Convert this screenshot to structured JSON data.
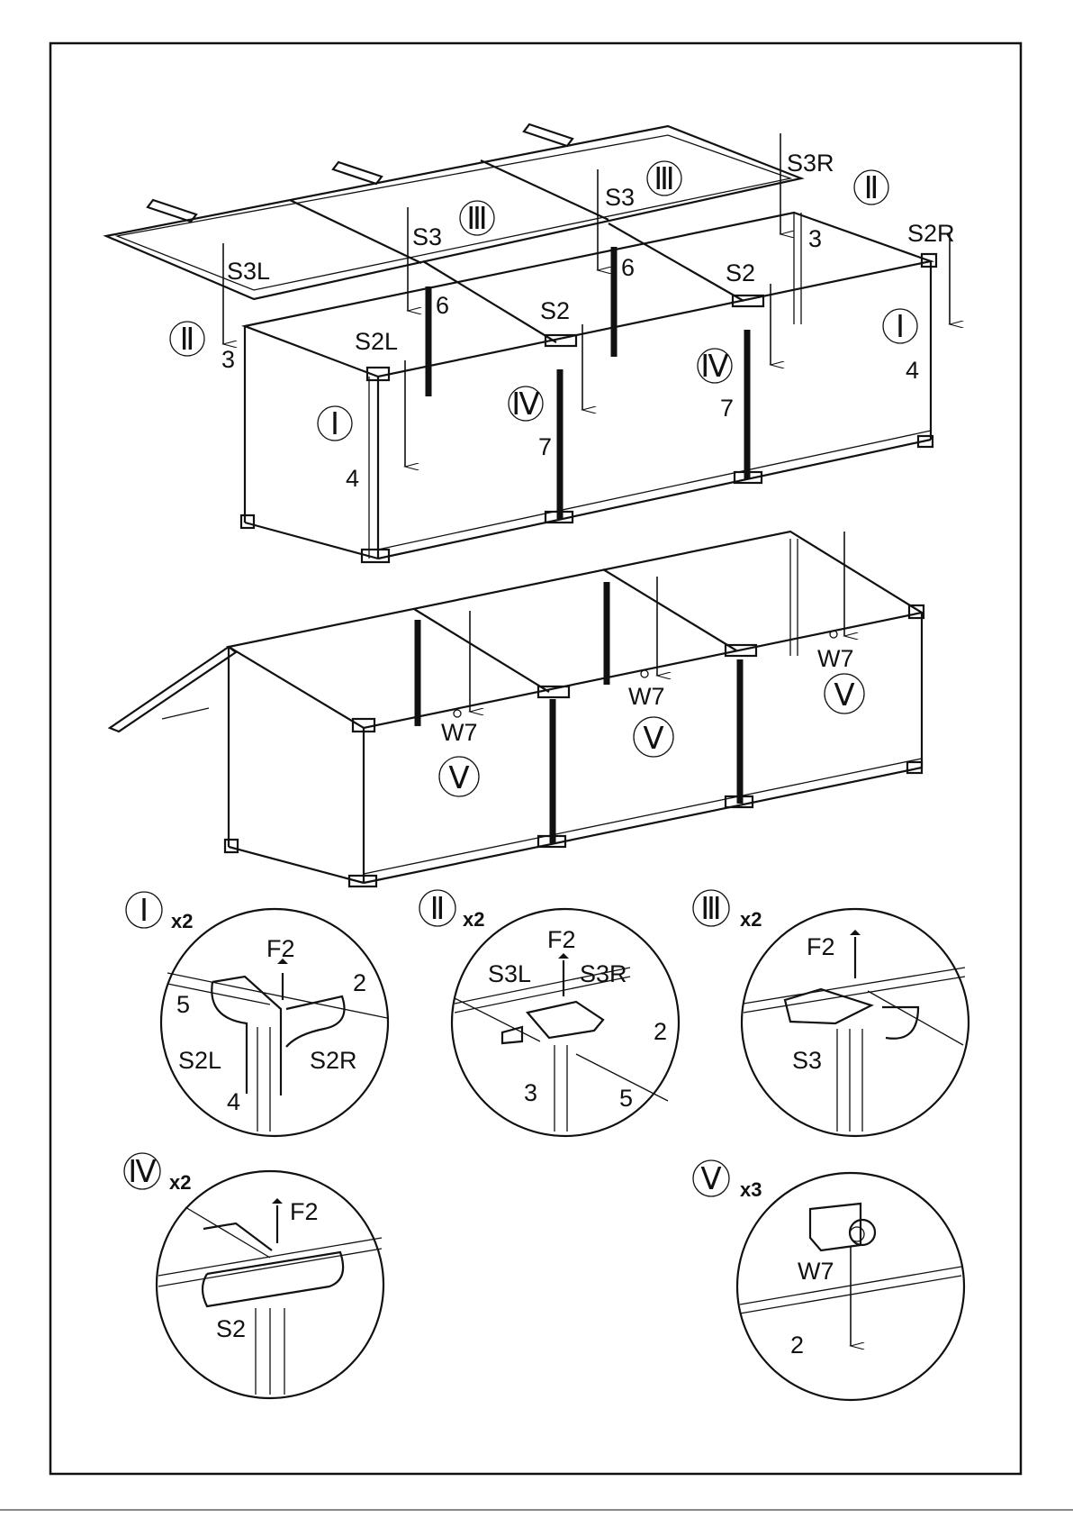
{
  "colors": {
    "ink": "#111111",
    "paper": "#ffffff"
  },
  "upper": {
    "labels": {
      "s3l": "S3L",
      "s3_left": "S3",
      "s3_right": "S3",
      "s3r": "S3R",
      "s2r": "S2R",
      "s2l": "S2L",
      "s2_mid": "S2",
      "s2_right": "S2"
    },
    "numbers": {
      "n3_left": "3",
      "n6_left": "6",
      "n6_right": "6",
      "n3_right": "3",
      "n4_left": "4",
      "n7_left": "7",
      "n7_right": "7",
      "n4_right": "4"
    },
    "romans": {
      "ii_left": "Ⅱ",
      "iii_left": "Ⅲ",
      "iii_right": "Ⅲ",
      "ii_right": "Ⅱ",
      "i_left": "Ⅰ",
      "i_right": "Ⅰ",
      "iv_left": "Ⅳ",
      "iv_right": "Ⅳ"
    }
  },
  "lower": {
    "labels": {
      "w7_left": "W7",
      "w7_mid": "W7",
      "w7_right": "W7"
    },
    "romans": {
      "v_left": "Ⅴ",
      "v_mid": "Ⅴ",
      "v_right": "Ⅴ"
    }
  },
  "details": [
    {
      "roman": "Ⅰ",
      "count": "x2",
      "labels": [
        "F2",
        "2",
        "5",
        "S2L",
        "S2R",
        "4"
      ]
    },
    {
      "roman": "Ⅱ",
      "count": "x2",
      "labels": [
        "F2",
        "S3L",
        "S3R",
        "2",
        "3",
        "5"
      ]
    },
    {
      "roman": "Ⅲ",
      "count": "x2",
      "labels": [
        "F2",
        "S3"
      ]
    },
    {
      "roman": "Ⅳ",
      "count": "x2",
      "labels": [
        "F2",
        "S2"
      ]
    },
    {
      "roman": "Ⅴ",
      "count": "x3",
      "labels": [
        "W7",
        "2"
      ]
    }
  ]
}
